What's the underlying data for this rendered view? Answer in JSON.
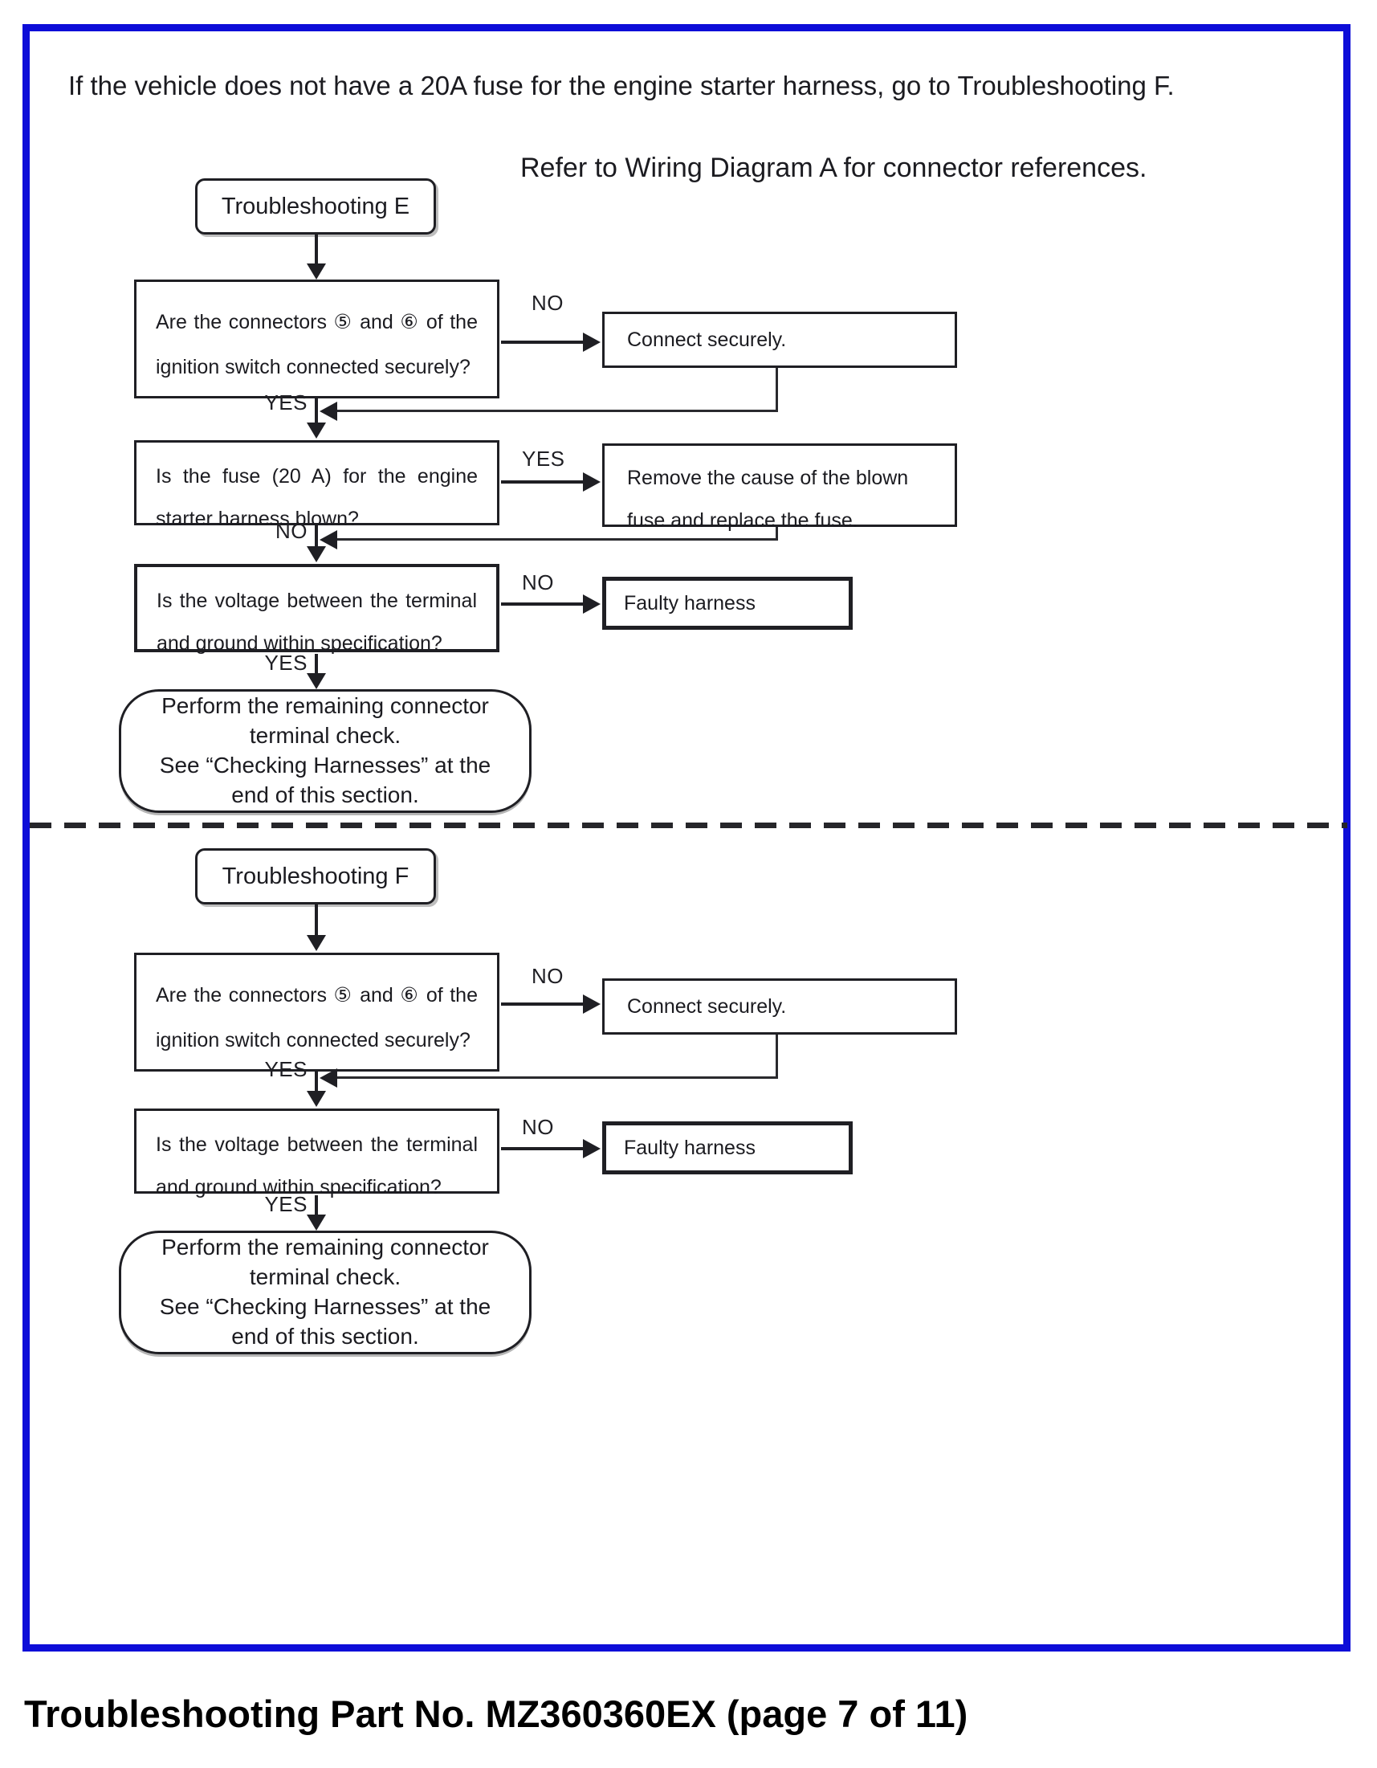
{
  "header": {
    "note": "If the vehicle does not have a 20A fuse for the engine starter harness, go to Troubleshooting F.",
    "refer": "Refer to Wiring Diagram A for connector references."
  },
  "labels": {
    "yes": "YES",
    "no": "NO"
  },
  "flow_e": {
    "title": "Troubleshooting E",
    "q_connectors": "Are the connectors ⑤ and ⑥ of the ignition switch connected securely?",
    "a_connect": "Connect securely.",
    "q_fuse": "Is the fuse (20 A) for the engine starter harness blown?",
    "a_fuse": "Remove the cause of the blown fuse and replace the fuse.",
    "q_voltage": "Is the voltage between the terminal and ground within specification?",
    "a_faulty": "Faulty harness",
    "terminal": "Perform the remaining connector\nterminal check.\nSee “Checking Harnesses” at the\nend of this section."
  },
  "flow_f": {
    "title": "Troubleshooting F",
    "q_connectors": "Are the connectors ⑤ and ⑥ of the ignition switch connected securely?",
    "a_connect": "Connect securely.",
    "q_voltage": "Is the voltage between the terminal and ground within specification?",
    "a_faulty": "Faulty harness",
    "terminal": "Perform the remaining connector\nterminal check.\nSee “Checking Harnesses” at the\nend of this section."
  },
  "footer": {
    "caption": "Troubleshooting Part No. MZ360360EX (page 7 of 11)"
  },
  "colors": {
    "frame_blue": "#0d0dd8",
    "ink": "#1f1f24"
  }
}
